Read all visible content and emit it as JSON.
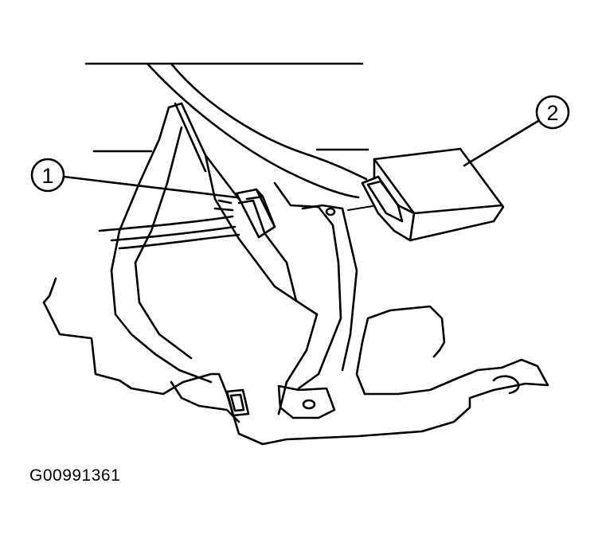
{
  "callouts": [
    {
      "number": "1"
    },
    {
      "number": "2"
    }
  ],
  "figure_id": "G00991361",
  "colors": {
    "line": "#000000",
    "background": "#ffffff"
  }
}
